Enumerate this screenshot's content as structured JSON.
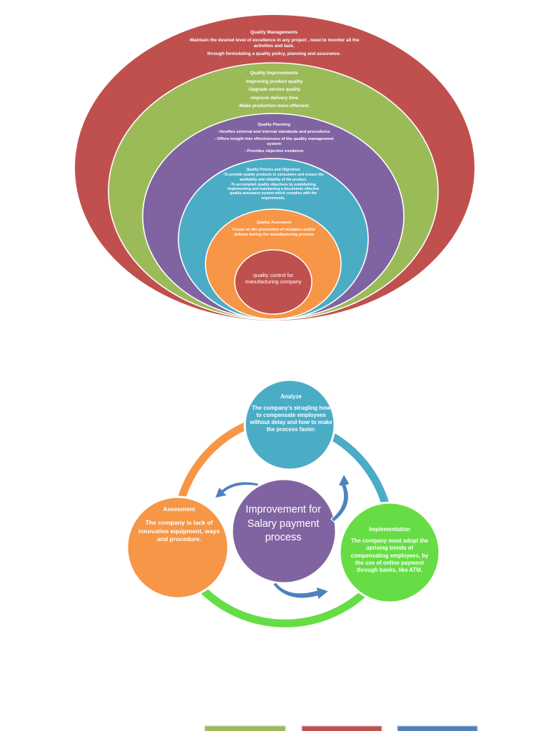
{
  "nested_diagram": {
    "colors": {
      "outer": "#c0504d",
      "level2": "#9bbb59",
      "level3": "#8064a2",
      "level4": "#4bacc6",
      "level5": "#f79646",
      "core": "#c0504d"
    },
    "levels": [
      {
        "title": "Quality Managements",
        "lines": [
          "-Maintain the desired level of excellence  in any project , need to monitor all the activities and task.",
          "through formulating a quality policy, planning and assurance."
        ]
      },
      {
        "title": "Quality Improvements",
        "lines": [
          "-Improving product quality",
          "-Upgrade service quality",
          "-Improve delivery time",
          "-Make production more effecient."
        ]
      },
      {
        "title": "Quality Planning",
        "lines": [
          "-Verefies external and internal standards and procedures",
          "- Offers insigth into effectiveness of the quality management system",
          "- Provides objective evedence"
        ]
      },
      {
        "title": "Quality Policies and Objectives",
        "lines": [
          "-To provide  quality products to consumers and ensure the availabilty and reliabilty of the product.",
          "-To accomplish quality objectives by establishing, implementing and maintaining a documents effective quality assurance system which complies with the requirements."
        ]
      },
      {
        "title": "Quality Assurance",
        "lines": [
          "Focus on the prevention of mistakes and/or defects during the manufacturing process"
        ]
      }
    ],
    "core_text": "quality control for manufacturing company"
  },
  "cycle_diagram": {
    "colors": {
      "analyze": "#4bacc6",
      "assessment": "#f79646",
      "implementation": "#66dd44",
      "center": "#8064a2",
      "arrow": "#4f81bd"
    },
    "center_text": "Improvement for Salary payment process",
    "nodes": {
      "analyze": {
        "title": "Analyze",
        "text": "The company's strugling how to compensate employees without delay and how to make the process faster."
      },
      "assessment": {
        "title": "Assesment",
        "text": "The company is lack of innovative equipment, ways and procedure."
      },
      "implementation": {
        "title": "Implementation",
        "text": "The company must adopt the uprising trends of compensating employees, by the use of online payment  through banks, like ATM."
      }
    }
  },
  "bottom_strip": {
    "colors": [
      "#9bbb59",
      "#c0504d",
      "#4f81bd"
    ]
  }
}
